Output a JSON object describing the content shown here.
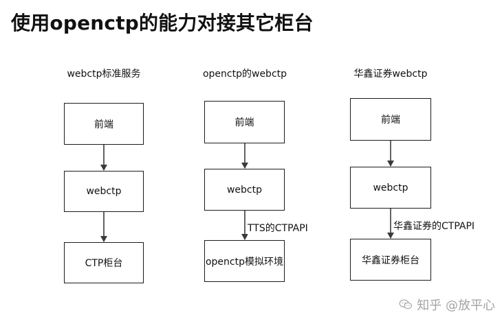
{
  "title": "使用openctp的能力对接其它柜台",
  "columns": [
    {
      "heading": "webctp标准服务",
      "boxes": [
        "前端",
        "webctp",
        "CTP柜台"
      ],
      "edge_labels": [
        "",
        ""
      ]
    },
    {
      "heading": "openctp的webctp",
      "boxes": [
        "前端",
        "webctp",
        "openctp模拟环境"
      ],
      "edge_labels": [
        "",
        "TTS的CTPAPI"
      ]
    },
    {
      "heading": "华鑫证券webctp",
      "boxes": [
        "前端",
        "webctp",
        "华鑫证券柜台"
      ],
      "edge_labels": [
        "",
        "华鑫证券的CTPAPI"
      ]
    }
  ],
  "watermark": {
    "text": "知乎 @放平心",
    "icon": "wechat-icon"
  }
}
